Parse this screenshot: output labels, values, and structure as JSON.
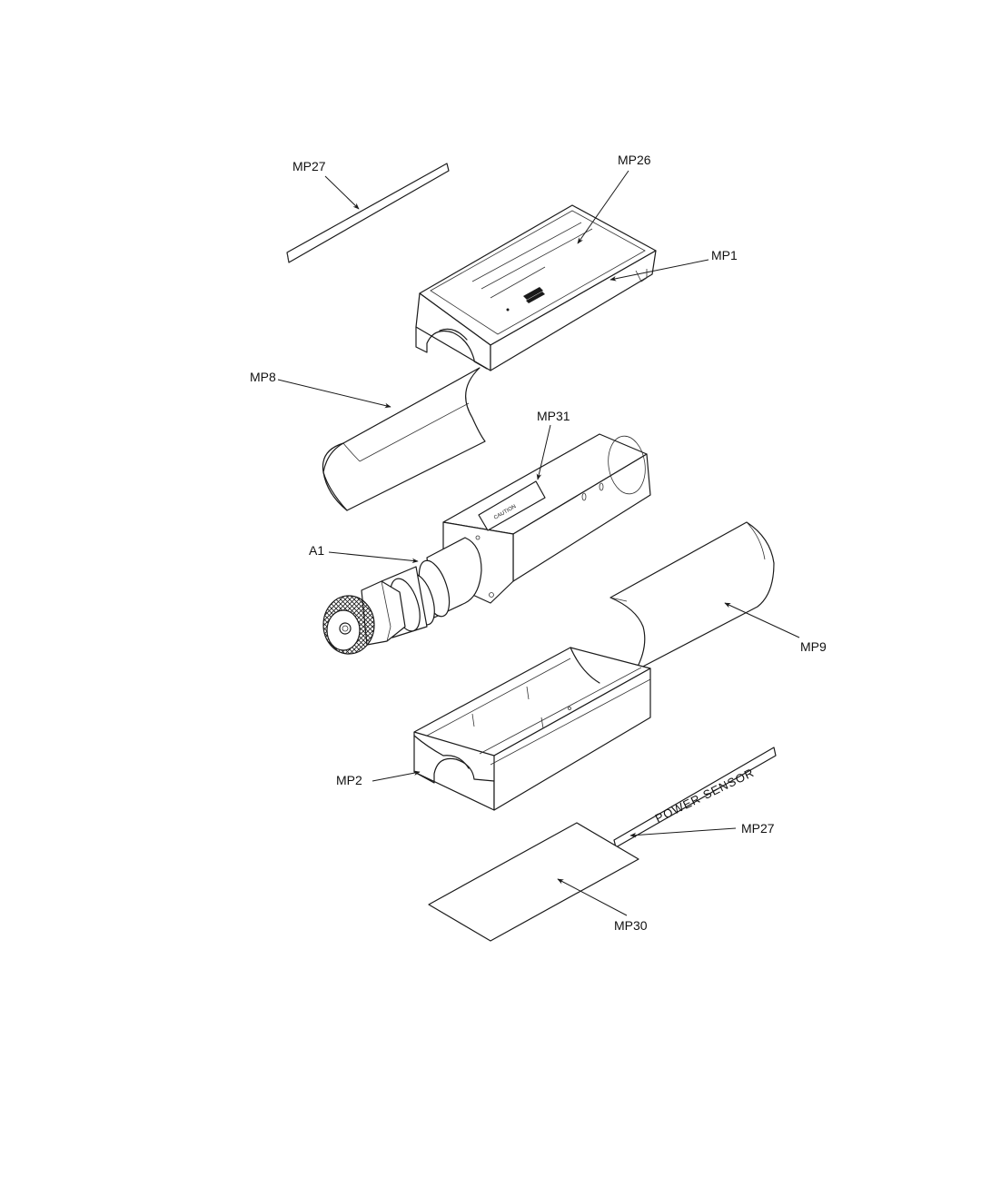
{
  "callouts": {
    "mp27_top": "MP27",
    "mp26": "MP26",
    "mp1": "MP1",
    "mp8": "MP8",
    "mp31": "MP31",
    "a1": "A1",
    "mp9": "MP9",
    "mp2": "MP2",
    "mp27_bottom": "MP27",
    "mp30": "MP30"
  },
  "strip_label": "POWER SENSOR",
  "caution_label": "CAUTION"
}
